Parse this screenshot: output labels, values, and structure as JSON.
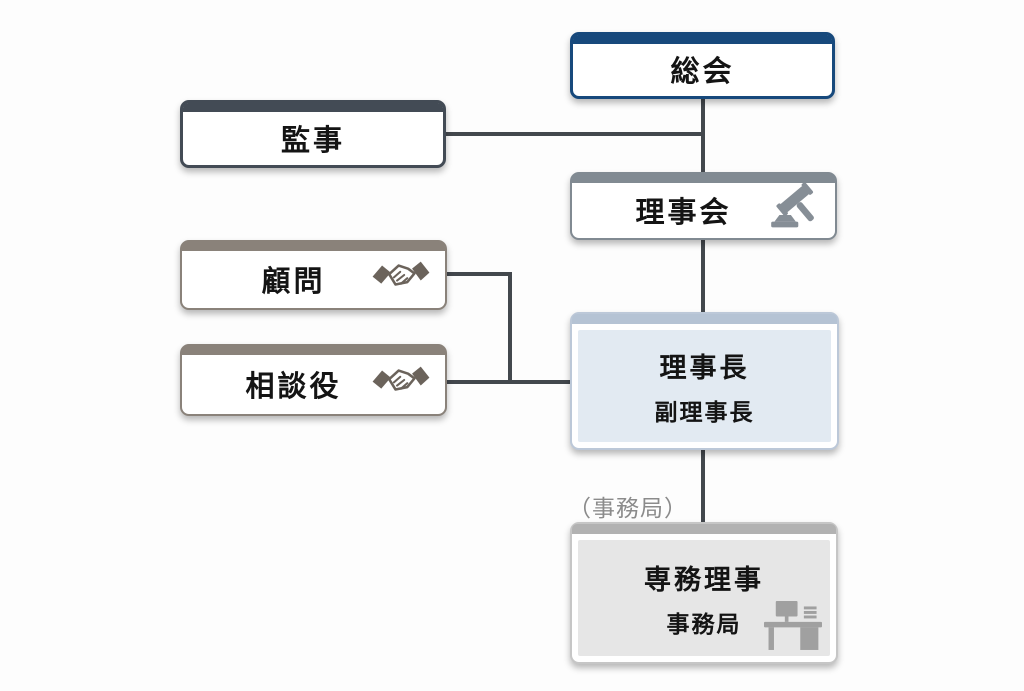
{
  "nodes": {
    "soukai": {
      "label": "総会"
    },
    "kanji": {
      "label": "監事"
    },
    "rijikai": {
      "label": "理事会",
      "icon": "gavel-icon"
    },
    "komon": {
      "label": "顧問",
      "icon": "handshake-icon"
    },
    "soudanyaku": {
      "label": "相談役",
      "icon": "handshake-icon"
    },
    "rijicho": {
      "title": "理事長",
      "subtitle": "副理事長"
    },
    "senmu": {
      "title": "専務理事",
      "subtitle": "事務局",
      "icon": "desk-icon"
    }
  },
  "annotation": {
    "label": "（事務局）"
  },
  "colors": {
    "navy": "#17497c",
    "slate": "#434b55",
    "gray": "#818a92",
    "taupe": "#8a827a",
    "blue_border": "#bcc8d8",
    "blue_bar": "#b5c3d4",
    "blue_fill": "#e2eaf2",
    "graybox_border": "#c6c6c6",
    "graybox_bar": "#b2b2b2",
    "graybox_fill": "#e6e6e6",
    "connector": "#43484d",
    "icon_gray": "#868e96",
    "icon_taupe": "#6b635b",
    "icon_desk": "#a0a0a0",
    "note_text": "#8b8b8b"
  }
}
